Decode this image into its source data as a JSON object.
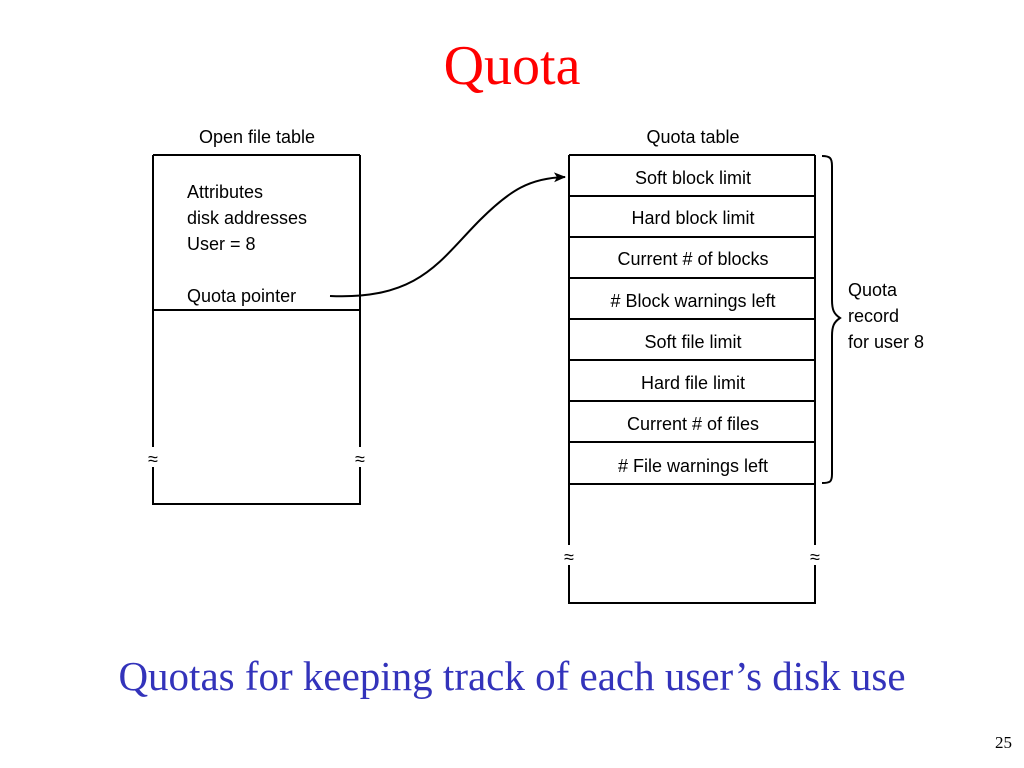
{
  "slide": {
    "title": "Quota",
    "caption": "Quotas for keeping track of each user’s disk use",
    "page_number": "25"
  },
  "colors": {
    "title": "#ff0000",
    "caption": "#3333bb",
    "line": "#000000"
  },
  "diagram": {
    "open_file_table": {
      "label": "Open file table",
      "lines": [
        "Attributes",
        "disk addresses",
        "User = 8"
      ],
      "pointer_label": "Quota pointer"
    },
    "quota_table": {
      "label": "Quota table",
      "rows": [
        "Soft block limit",
        "Hard block limit",
        "Current # of blocks",
        "# Block warnings left",
        "Soft file limit",
        "Hard file limit",
        "Current # of files",
        "# File warnings left"
      ]
    },
    "brace_label_lines": [
      "Quota",
      "record",
      "for user 8"
    ],
    "break_symbol": "≈"
  }
}
